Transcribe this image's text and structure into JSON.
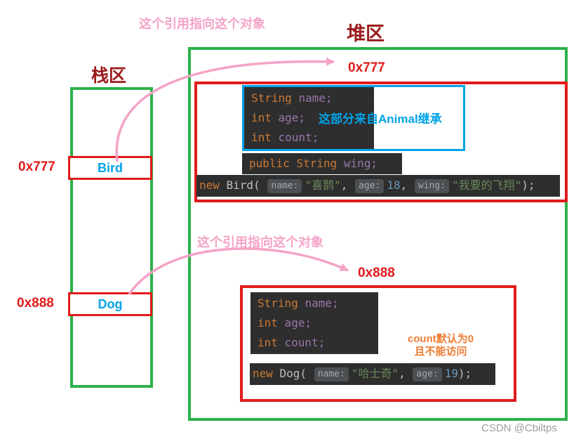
{
  "colors": {
    "green_border": "#2CB14A",
    "red": "#E01B1B",
    "dark_red": "#9C1A1A",
    "blue": "#00A3E8",
    "pink": "#F5A3C7",
    "orange": "#ED7D31",
    "code_background": "#2E2E2E"
  },
  "labels": {
    "heap_title": "堆区",
    "stack_title": "栈区",
    "pink_note_bird": "这个引用指向这个对象",
    "pink_note_dog": "这个引用指向这个对象",
    "watermark": "CSDN @Cbiltps"
  },
  "stack": {
    "bird": {
      "address": "0x777",
      "label": "Bird"
    },
    "dog": {
      "address": "0x888",
      "label": "Dog"
    }
  },
  "heap": {
    "bird": {
      "address": "0x777",
      "inherit_note": "这部分来自Animal继承",
      "fields": {
        "f1": [
          "String ",
          "name;"
        ],
        "f2": [
          "int ",
          "age;"
        ],
        "f3": [
          "int ",
          "count;"
        ]
      },
      "own_field": [
        "public ",
        "String ",
        "wing;"
      ],
      "ctor": {
        "kw": "new ",
        "call": "Bird( ",
        "h1": "name:",
        "s1": "\"喜鹊\"",
        "c1": ", ",
        "h2": "age:",
        "n1": "18",
        "c2": ", ",
        "h3": "wing:",
        "s2": "\"我要的飞翔\"",
        "end": ");"
      }
    },
    "dog": {
      "address": "0x888",
      "count_note_1": "count默认为0",
      "count_note_2": "且不能访问",
      "fields": {
        "f1": [
          "String ",
          "name;"
        ],
        "f2": [
          "int ",
          "age;"
        ],
        "f3": [
          "int ",
          "count;"
        ]
      },
      "ctor": {
        "kw": "new ",
        "call": "Dog( ",
        "h1": "name:",
        "s1": "\"哈士奇\"",
        "c1": ", ",
        "h2": "age:",
        "n1": "19",
        "end": ");"
      }
    }
  }
}
